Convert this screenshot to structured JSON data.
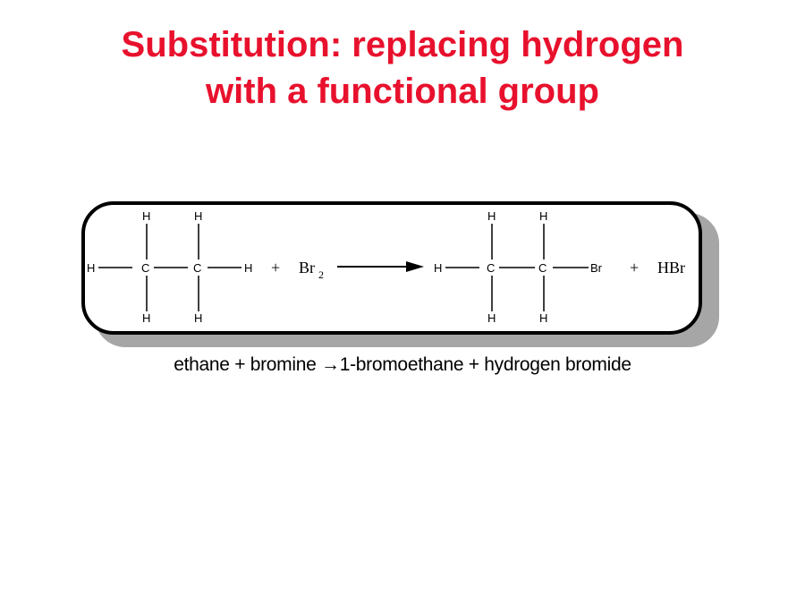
{
  "slide": {
    "title_line1": "Substitution: replacing hydrogen",
    "title_line2": "with a functional group"
  },
  "reaction": {
    "reactant": {
      "atoms": {
        "H": "H",
        "C": "C"
      }
    },
    "plus1": "+",
    "reagent": {
      "symbol": "Br",
      "subscript": "2"
    },
    "product": {
      "atoms": {
        "H": "H",
        "C": "C",
        "Br": "Br"
      }
    },
    "plus2": "+",
    "byproduct": "HBr"
  },
  "caption": {
    "left": "ethane + bromine ",
    "arrow": "→",
    "right": "1-bromoethane + hydrogen bromide"
  },
  "colors": {
    "title": "#e8112d",
    "box_border": "#000000",
    "box_shadow": "#a6a6a6"
  }
}
